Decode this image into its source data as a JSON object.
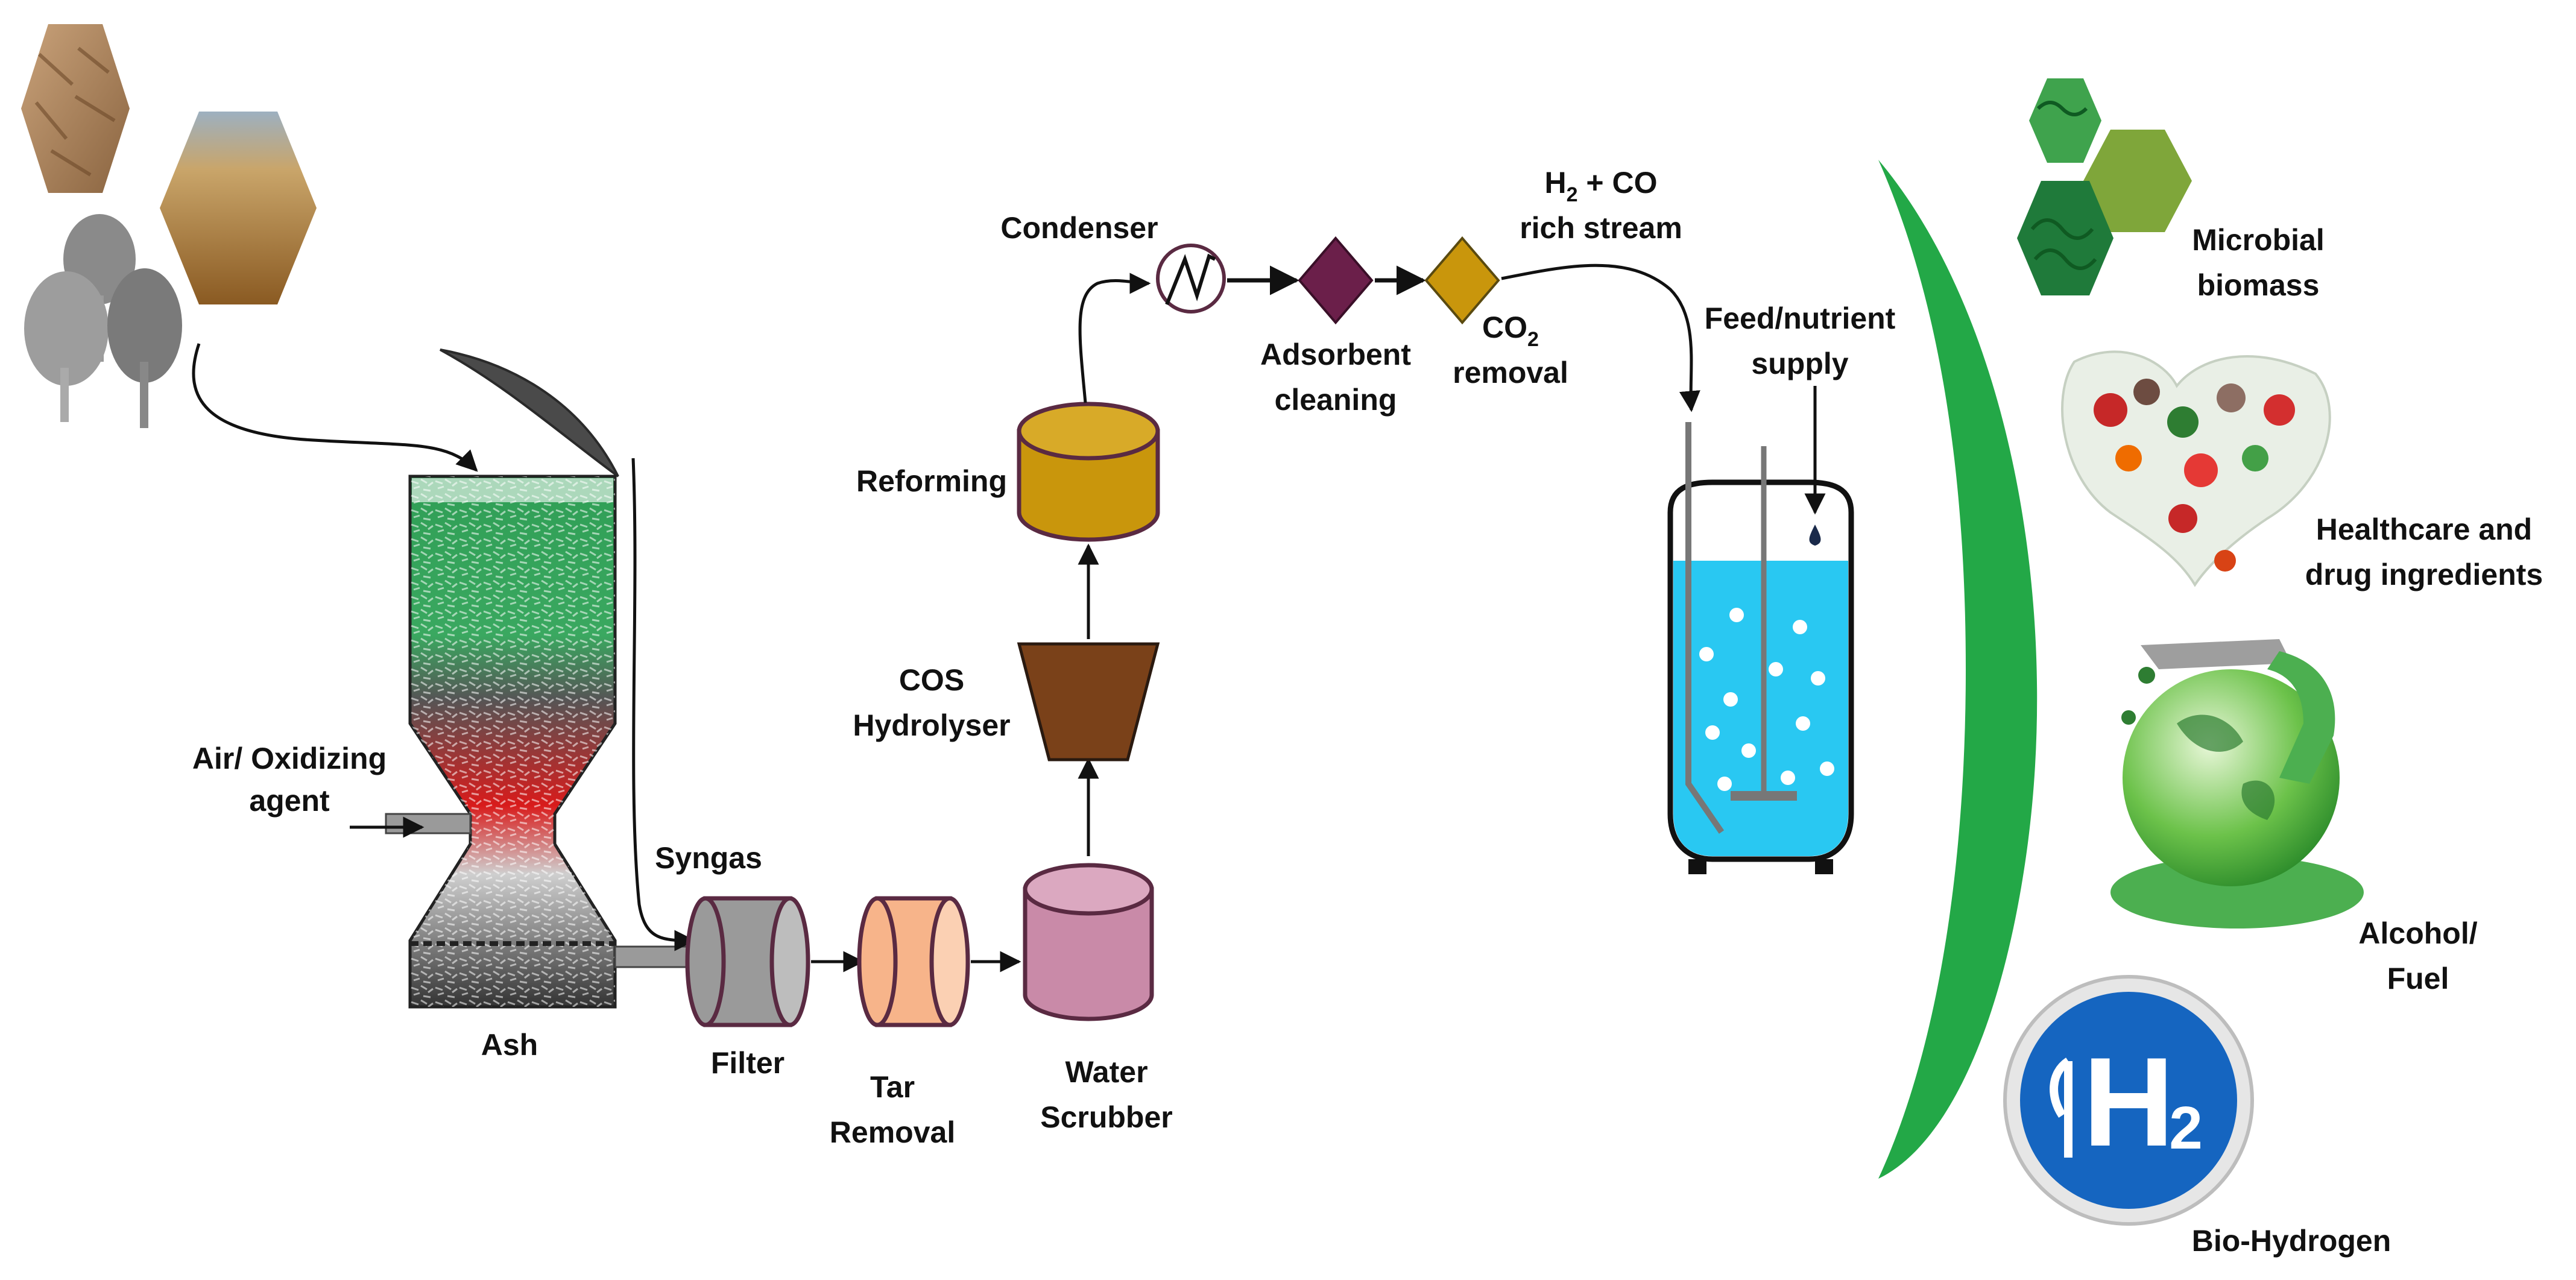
{
  "labels": {
    "air_agent_line1": "Air/ Oxidizing",
    "air_agent_line2": "agent",
    "syngas": "Syngas",
    "ash": "Ash",
    "filter": "Filter",
    "tar_line1": "Tar",
    "tar_line2": "Removal",
    "water_line1": "Water",
    "water_line2": "Scrubber",
    "cos_line1": "COS",
    "cos_line2": "Hydrolyser",
    "reforming": "Reforming",
    "condenser": "Condenser",
    "adsorbent_line1": "Adsorbent",
    "adsorbent_line2": "cleaning",
    "co2_prefix": "CO",
    "co2_sub": "2",
    "co2_line2": "removal",
    "h2co_h": "H",
    "h2co_sub": "2",
    "h2co_rest": " + CO",
    "h2co_line2": "rich stream",
    "feed_line1": "Feed/nutrient",
    "feed_line2": "supply",
    "microbial_line1": "Microbial",
    "microbial_line2": "biomass",
    "health_line1": "Healthcare and",
    "health_line2": "drug ingredients",
    "alcohol_line1": "Alcohol/",
    "alcohol_line2": "Fuel",
    "biohydrogen": "Bio-Hydrogen",
    "h2_sign_letter": "H",
    "h2_sign_sub": "2"
  },
  "colors": {
    "reforming": "#c9960c",
    "cos": "#7a4119",
    "water_scrubber": "#c98aa8",
    "tar_removal": "#f7b48a",
    "filter": "#9a9a9a",
    "adsorbent": "#6b1f4a",
    "co2_removal": "#c9960c",
    "bioreactor_liquid": "#29c8f2",
    "product_arc": "#23a847",
    "h2_sign": "#1565c0",
    "vessel_outline": "#5a2a42"
  }
}
